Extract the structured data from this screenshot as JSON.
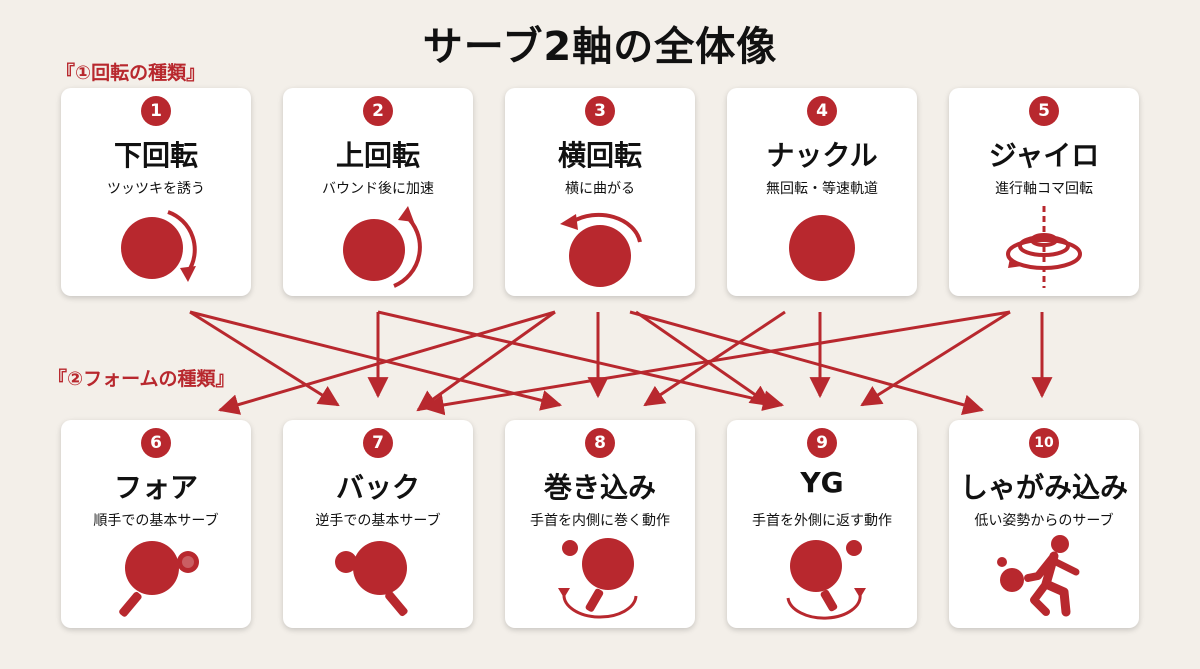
{
  "title": "サーブ2軸の全体像",
  "section1_label": "『①回転の種類』",
  "section2_label": "『②フォームの種類』",
  "accent_color": "#b8282e",
  "spin_types": [
    {
      "number": "1",
      "name": "下回転",
      "desc": "ツッツキを誘う",
      "icon": "ball-backspin-arrow-icon"
    },
    {
      "number": "2",
      "name": "上回転",
      "desc": "バウンド後に加速",
      "icon": "ball-topspin-arrow-icon"
    },
    {
      "number": "3",
      "name": "横回転",
      "desc": "横に曲がる",
      "icon": "ball-sidespin-arrow-icon"
    },
    {
      "number": "4",
      "name": "ナックル",
      "desc": "無回転・等速軌道",
      "icon": "ball-icon"
    },
    {
      "number": "5",
      "name": "ジャイロ",
      "desc": "進行軸コマ回転",
      "icon": "gyro-spiral-icon"
    }
  ],
  "form_types": [
    {
      "number": "6",
      "name": "フォア",
      "desc": "順手での基本サーブ",
      "icon": "paddle-forehand-icon"
    },
    {
      "number": "7",
      "name": "バック",
      "desc": "逆手での基本サーブ",
      "icon": "paddle-backhand-icon"
    },
    {
      "number": "8",
      "name": "巻き込み",
      "desc": "手首を内側に巻く動作",
      "icon": "paddle-inward-wrist-icon"
    },
    {
      "number": "9",
      "name": "YG",
      "desc": "手首を外側に返す動作",
      "icon": "paddle-outward-wrist-icon"
    },
    {
      "number": "10",
      "name": "しゃがみ込み",
      "desc": "低い姿勢からのサーブ",
      "icon": "crouching-player-icon"
    }
  ]
}
